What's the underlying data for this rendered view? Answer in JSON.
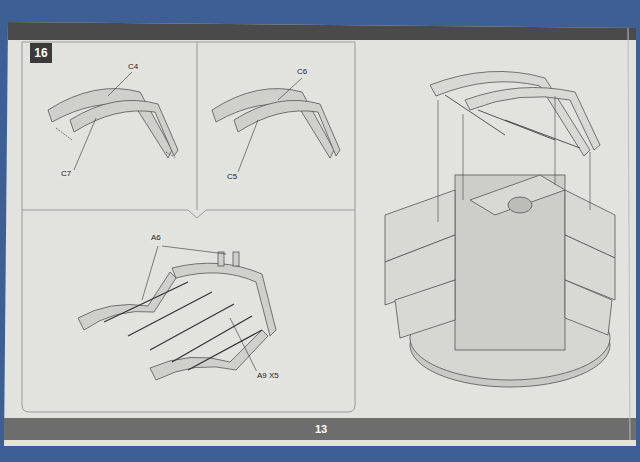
{
  "diagram": {
    "nodes": [
      {
        "text": [
          "16"
        ]
      },
      {
        "text": [
          "13"
        ]
      }
    ],
    "labels": [
      "C4",
      "C7",
      "C6",
      "C5",
      "A6",
      "A9 X5"
    ]
  }
}
